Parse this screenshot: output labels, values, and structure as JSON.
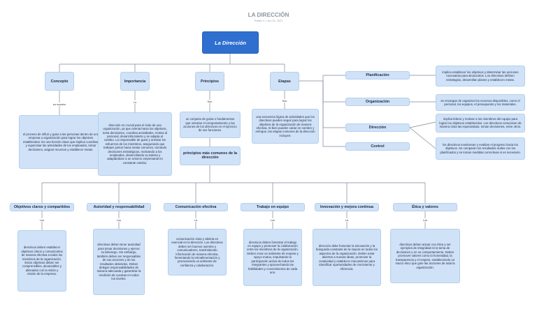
{
  "header": {
    "title": "LA DIRECCIÓN",
    "subtitle": "Rafael V. | Jun 24, 2021"
  },
  "root": {
    "label": "La Dirección"
  },
  "aspects": [
    {
      "label": "Concepto",
      "connector": "es nuestro",
      "text": "el proceso de influir y guiar a las personas dentro de una empresa u organización para lograr los objetivos establecidos. Es una función clave que implica coordinar y supervisar las actividades de los empleados, tomar decisiones, asignar recursos y establecer metas."
    },
    {
      "label": "Importancia",
      "connector": "Lo",
      "text": "dirección es crucial para el éxito de una organización, ya que orienta hacia los objetivos, toma decisiones, coordina actividades, motiva al personal, desarrolla talento y se adapta al cambio. La responsable de guiar y orientar los esfuerzos de los miembros, asegurando que trabajen juntos hacia metas comunes, tomando decisiones estratégicas, motivando a los empleados, desarrollando su talento y adaptándose a un entorno empresarial en constante cambio."
    },
    {
      "label": "Principios",
      "connector": "Son",
      "text": "un conjunto de guías o fundamentos que orientan el comportamiento y las acciones de los directivos en el ejercicio de sus funciones."
    },
    {
      "label": "Etapas",
      "connector": "Son",
      "text": "una secuencia lógica de actividades que los directivos pueden seguir para lograr los objetivos de la organización de manera efectiva. Si bien pueden variar en nombre y enfoque, las etapas comunes de la dirección incluyen:"
    }
  ],
  "stages": [
    {
      "label": "Planificación",
      "text": "implica establecer los objetivos y determinar las acciones necesarias para alcanzarlos. Los directivos definen estrategias, desarrollan planes y establecen metas."
    },
    {
      "label": "Organización",
      "text": "se encargan de organizar los recursos disponibles, como el personal, los equipos, el presupuesto y los materiales."
    },
    {
      "label": "Dirección",
      "text": "implica liderar y motivar a los miembros del equipo para lograr los objetivos establecidos. Los directivos comunican de manera clara las expectativas, toman decisiones, entre otros."
    },
    {
      "label": "Control",
      "text": "los directivos monitorean y evalúan el progreso hacia los objetivos. Se comparan los resultados reales con los planificados y se toman medidas correctivas si es necesario."
    }
  ],
  "principles_heading": "principios más comunes de la dirección",
  "principles": [
    {
      "label": "Objetivos claros y compartidos",
      "connector": "Los",
      "text": "directivos deben establecer objetivos claros y comunicarlos de manera efectiva a todos los miembros de la organización. Estos objetivos deben ser comprensibles, alcanzables y alineados con la visión y misión de la empresa."
    },
    {
      "label": "Autoridad y responsabilidad",
      "connector": "Los",
      "text": "directivos deben tener autoridad para tomar decisiones y ejercer su liderazgo. Sin embargo, también deben ser responsables de sus acciones y de los resultados obtenidos. Deben delegar responsabilidades de manera adecuada y garantizar la rendición de cuentas en todos los niveles."
    },
    {
      "label": "Comunicación efectiva",
      "connector": "La",
      "text": "comunicación clara y abierta es esencial en la dirección. Los directivos deben ser buenos oyentes y comunicadores, transmitiendo información de manera efectiva, fomentando la retroalimentación y promoviendo un ambiente de confianza y colaboración."
    },
    {
      "label": "Trabajo en equipo",
      "connector": "Los",
      "text": "directivos deben fomentar el trabajo en equipo y promover la colaboración entre los miembros de la organización. Deben crear un ambiente de respeto y apoyo mutuo, impulsando la participación activa de todos los integrantes y aprovechando las habilidades y conocimientos de cada uno."
    },
    {
      "label": "Innovación y mejora continua",
      "connector": "La",
      "text": "dirección debe fomentar la innovación y la búsqueda constante de la mejora en todos los aspectos de la organización. Deben estar abiertos a nuevas ideas, promover la creatividad y establecer mecanismos para identificar oportunidades de crecimiento y eficiencia."
    },
    {
      "label": "Ética y valores",
      "connector": "Los",
      "text": "directivos deben actuar con ética y ser ejemplos de integridad en la toma de decisiones y en su comportamiento. Deben promover valores como la honestidad, la transparencia y el respeto, estableciendo un marco ético que guíe las acciones de toda la organización."
    }
  ],
  "colors": {
    "root": "#2e6fd0",
    "node": "#cfe2f7",
    "line": "#7d8796",
    "title": "#8e97a3"
  }
}
